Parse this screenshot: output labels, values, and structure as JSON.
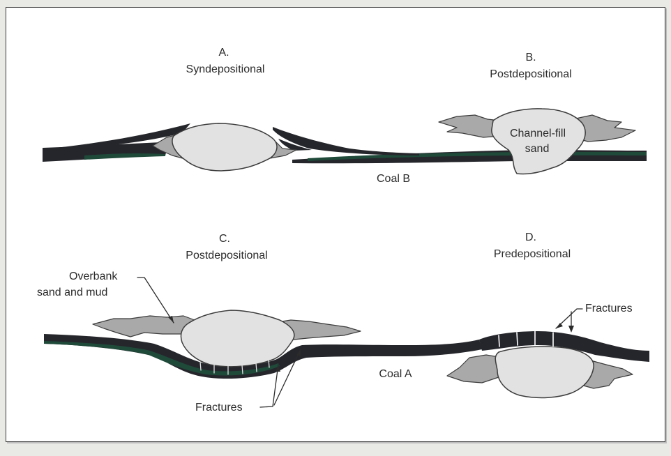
{
  "colors": {
    "coal": "#25262b",
    "coal_green": "#1f4a3a",
    "sand": "#e2e2e2",
    "overbank": "#a9a9a9",
    "outline": "#3c3c3c",
    "text": "#2b2b2b"
  },
  "panels": {
    "a": {
      "letter": "A.",
      "title": "Syndepositional"
    },
    "b": {
      "letter": "B.",
      "title": "Postdepositional",
      "sand_label_1": "Channel-fill",
      "sand_label_2": "sand"
    },
    "c": {
      "letter": "C.",
      "title": "Postdepositional",
      "overbank_label_1": "Overbank",
      "overbank_label_2": "sand and mud",
      "fractures_label": "Fractures"
    },
    "d": {
      "letter": "D.",
      "title": "Predepositional",
      "fractures_label": "Fractures"
    }
  },
  "coal_labels": {
    "upper": "Coal B",
    "lower": "Coal A"
  }
}
